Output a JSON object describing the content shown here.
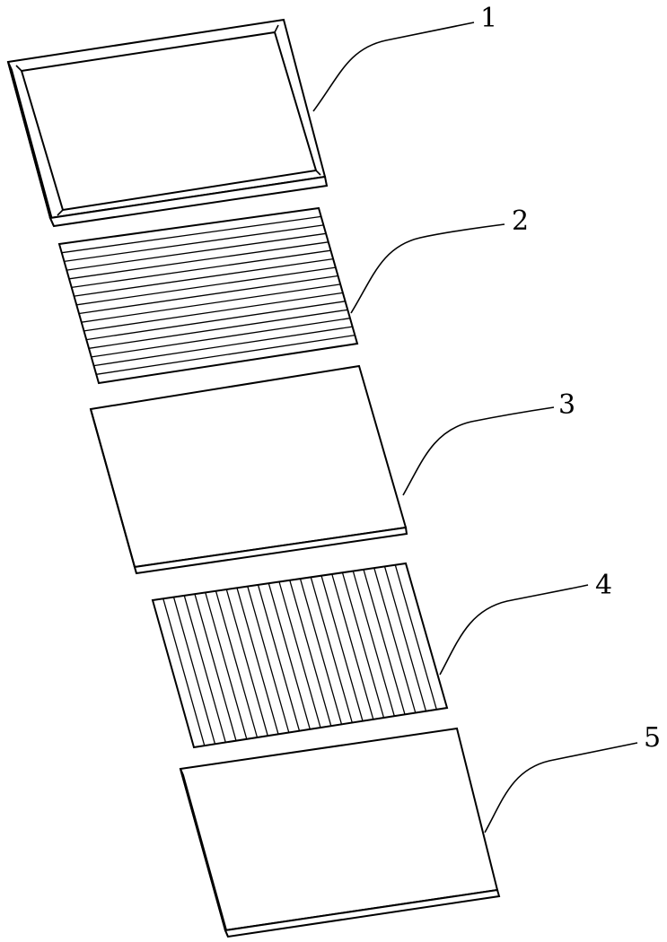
{
  "diagram": {
    "ink_color": "#000000",
    "background_color": "#ffffff",
    "layers": [
      {
        "id": "layer-1",
        "label": "1",
        "kind": "frame"
      },
      {
        "id": "layer-2",
        "label": "2",
        "kind": "horizontal-stripes",
        "stripe_count": 16
      },
      {
        "id": "layer-3",
        "label": "3",
        "kind": "plain-plate"
      },
      {
        "id": "layer-4",
        "label": "4",
        "kind": "vertical-stripes",
        "stripe_count": 24
      },
      {
        "id": "layer-5",
        "label": "5",
        "kind": "plain-plate"
      }
    ]
  }
}
